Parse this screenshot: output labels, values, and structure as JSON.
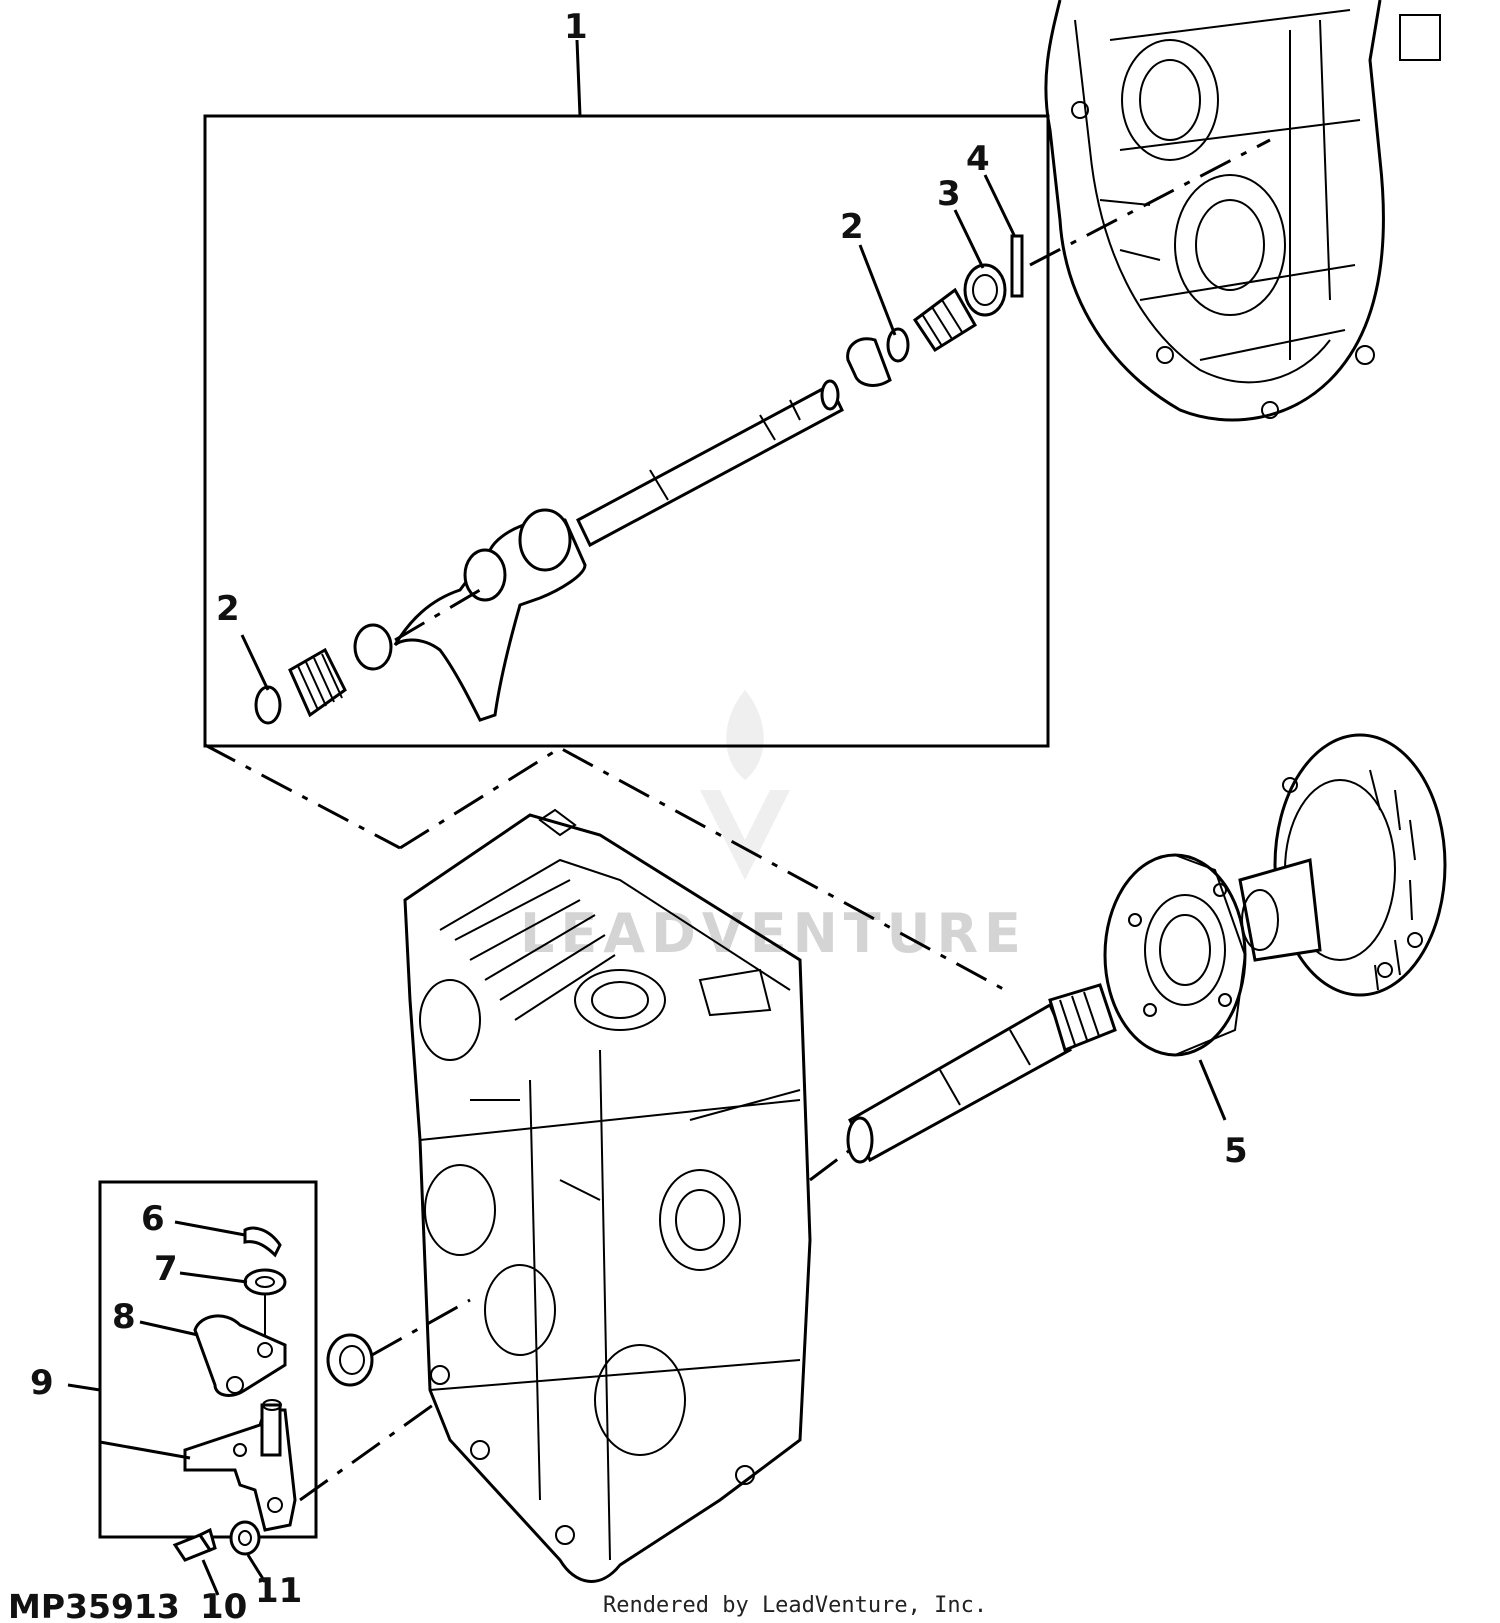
{
  "figure_id": "MP35913",
  "credit": "Rendered by LeadVenture, Inc.",
  "watermark": "LEADVENTURE",
  "callouts": {
    "c1": "1",
    "c2a": "2",
    "c2b": "2",
    "c3": "3",
    "c4": "4",
    "c5": "5",
    "c6": "6",
    "c7": "7",
    "c8": "8",
    "c9": "9",
    "c10": "10",
    "c11": "11"
  },
  "colors": {
    "line": "#000000",
    "background": "#ffffff",
    "watermark": "#d4d4d4"
  }
}
